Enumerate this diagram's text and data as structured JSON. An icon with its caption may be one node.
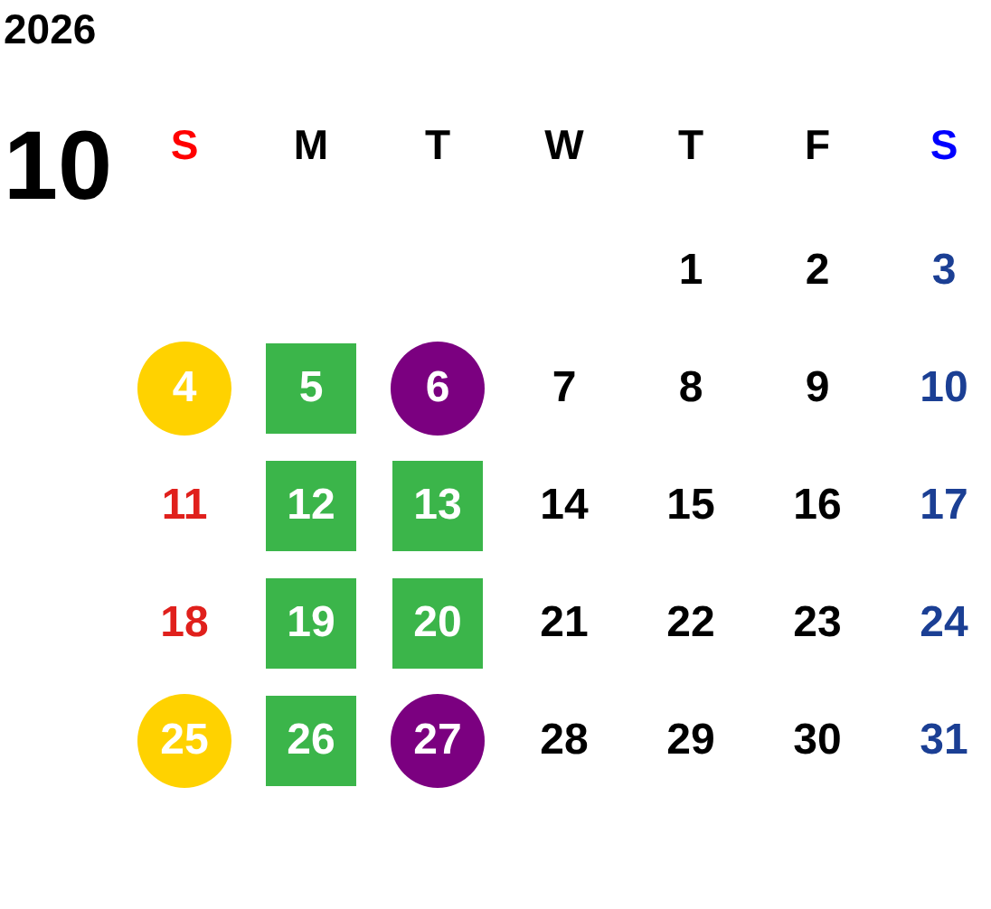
{
  "diagram": {
    "title": "2026",
    "nodes": [
      {
        "text": [
          "4"
        ]
      },
      {
        "text": [
          "5"
        ]
      },
      {
        "text": [
          "6"
        ]
      },
      {
        "text": [
          "12"
        ]
      },
      {
        "text": [
          "13"
        ]
      },
      {
        "text": [
          "19"
        ]
      },
      {
        "text": [
          "20"
        ]
      },
      {
        "text": [
          "25"
        ]
      },
      {
        "text": [
          "26"
        ]
      },
      {
        "text": [
          "27"
        ]
      }
    ],
    "labels": [
      "10",
      "S",
      "M",
      "T",
      "W",
      "T",
      "F",
      "S",
      "1",
      "2",
      "3",
      "7",
      "8",
      "9",
      "10",
      "11",
      "14",
      "15",
      "16",
      "17",
      "18",
      "21",
      "22",
      "23",
      "24",
      "28",
      "29",
      "30",
      "31"
    ]
  }
}
